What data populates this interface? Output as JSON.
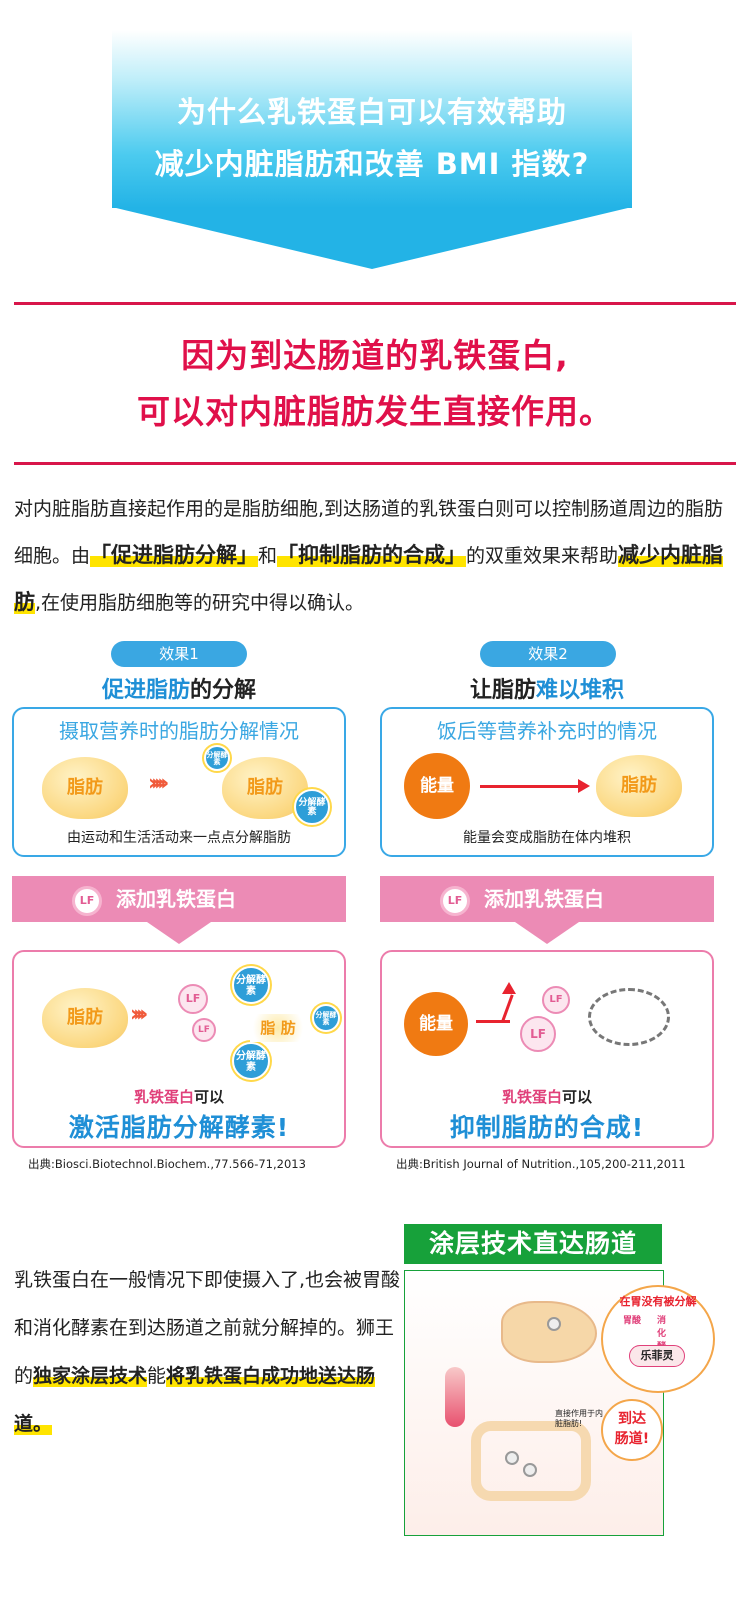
{
  "banner": {
    "line1": "为什么乳铁蛋白可以有效帮助",
    "line2": "减少内脏脂肪和改善 BMI 指数?"
  },
  "headline": {
    "line1": "因为到达肠道的乳铁蛋白,",
    "line2": "可以对内脏脂肪发生直接作用。"
  },
  "intro": {
    "part1": "对内脏脂肪直接起作用的是脂肪细胞,到达肠道的乳铁蛋白则可以控制肠道周边的脂肪细胞。由",
    "hl1": "「促进脂肪分解」",
    "part2": "和",
    "hl2": "「抑制脂肪的合成」",
    "part3": "的双重效果来帮助",
    "hl3": "减少内脏脂肪",
    "part4": ",在使用脂肪细胞等的研究中得以确认。"
  },
  "effects": [
    {
      "badge": "效果1",
      "title_blue": "促进脂肪",
      "title_black": "的分解",
      "top_box_title": "摄取营养时的脂肪分解情况",
      "fat_label": "脂肪",
      "enzyme_label": "分解酵素",
      "top_caption": "由运动和生活活动来一点点分解脂肪",
      "lf_bar": "添加乳铁蛋白",
      "lf_icon": "LF",
      "fat_split": "脂 肪",
      "result_pink": "乳铁蛋白",
      "result_black": "可以",
      "result_big": "激活脂肪分解酵素!",
      "source": "出典:Biosci.Biotechnol.Biochem.,77.566-71,2013"
    },
    {
      "badge": "效果2",
      "title_black1": "让脂肪",
      "title_blue": "难以堆积",
      "top_box_title": "饭后等营养补充时的情况",
      "energy_label": "能量",
      "fat_label": "脂肪",
      "top_caption": "能量会变成脂肪在体内堆积",
      "lf_bar": "添加乳铁蛋白",
      "lf_icon": "LF",
      "result_pink": "乳铁蛋白",
      "result_black": "可以",
      "result_big": "抑制脂肪的合成!",
      "source": "出典:British Journal of Nutrition.,105,200-211,2011"
    }
  ],
  "coating": {
    "title": "涂层技术直达肠道",
    "para_plain1": "乳铁蛋白在一般情况下即使摄入了,也会被胃酸和消化酵素在到达肠道之前就分解掉的。狮王的",
    "para_hl1": "独家涂层技术",
    "para_plain2": "能",
    "para_hl2": "将乳铁蛋白成功地送达肠道。",
    "bubble_title": "在胃没有被分解",
    "bubble_left": "胃酸",
    "bubble_right": "消化酵素",
    "bubble_brand": "乐菲灵",
    "small_note": "直接作用于内脏脂肪!",
    "arrive1": "到达",
    "arrive2": "肠道!"
  },
  "colors": {
    "banner_blue": "#23b3e6",
    "headline_red": "#e0104a",
    "effect_blue": "#3aa7e2",
    "lf_pink": "#ec8bb5",
    "highlight_yellow": "#ffe400",
    "coating_green": "#17a13a",
    "energy_orange": "#f07a12"
  }
}
